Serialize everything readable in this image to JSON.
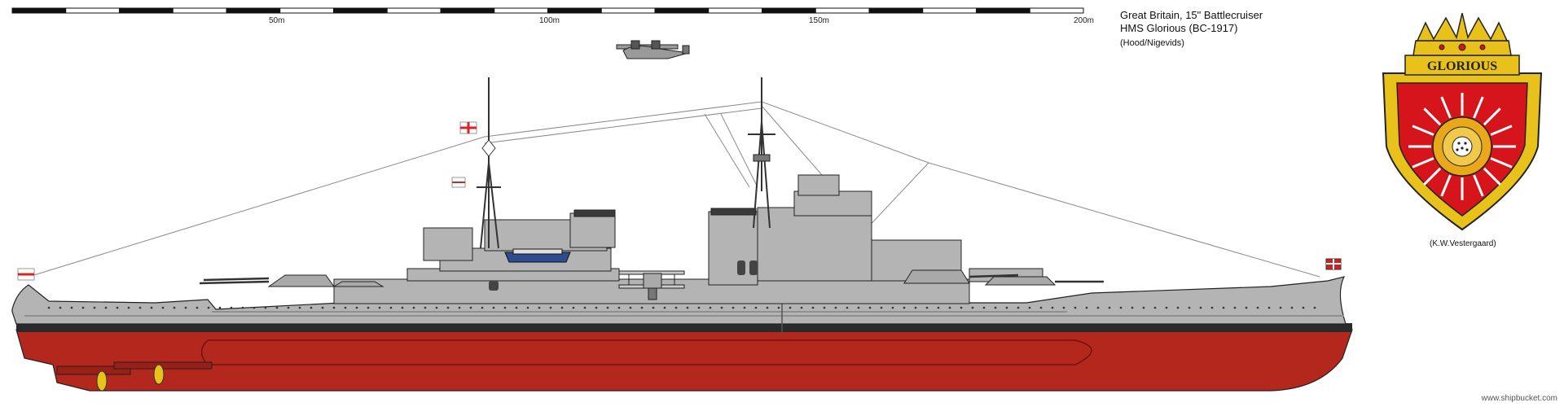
{
  "scale_bar": {
    "labels": [
      "50m",
      "100m",
      "150m",
      "200m"
    ]
  },
  "caption": {
    "line1": "Great Britain, 15\" Battlecruiser",
    "line2": "HMS Glorious (BC-1917)",
    "line3": "(Hood/Nigevids)"
  },
  "crest": {
    "ribbon_text": "GLORIOUS",
    "credit": "(K.W.Vestergaard)"
  },
  "watermark": "www.shipbucket.com",
  "colors": {
    "hull_grey": "#b4b4b4",
    "bottom_red": "#b3271c",
    "crest_gold": "#e8c21a",
    "crest_red": "#d6141c"
  }
}
